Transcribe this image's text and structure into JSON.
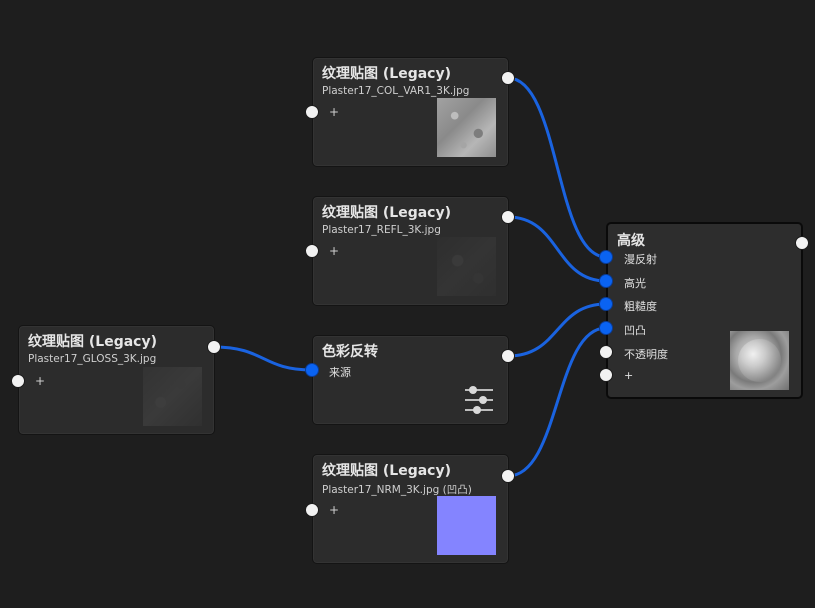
{
  "colors": {
    "background": "#1e1e1e",
    "node": "#2c2c2c",
    "wire": "#1a63e0",
    "socket_active": "#0a63f2",
    "socket_idle": "#f2f2f2"
  },
  "nodes": {
    "texture_col": {
      "title": "纹理贴图 (Legacy)",
      "file": "Plaster17_COL_VAR1_3K.jpg",
      "add": "+"
    },
    "texture_refl": {
      "title": "纹理贴图 (Legacy)",
      "file": "Plaster17_REFL_3K.jpg",
      "add": "+"
    },
    "texture_gloss": {
      "title": "纹理贴图 (Legacy)",
      "file": "Plaster17_GLOSS_3K.jpg",
      "add": "+"
    },
    "invert": {
      "title": "色彩反转",
      "input_label": "来源",
      "icon": "sliders-icon"
    },
    "texture_nrm": {
      "title": "纹理贴图 (Legacy)",
      "file": "Plaster17_NRM_3K.jpg (凹凸)",
      "add": "+"
    },
    "material": {
      "title": "高级",
      "inputs": [
        "漫反射",
        "高光",
        "粗糙度",
        "凹凸",
        "不透明度",
        "+"
      ]
    }
  }
}
